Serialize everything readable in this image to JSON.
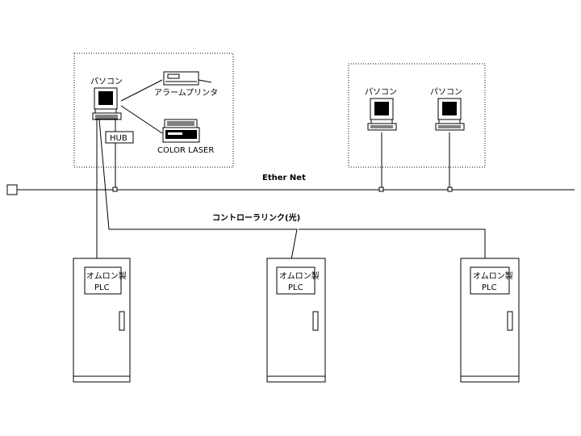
{
  "network": {
    "ethernet_label": "Ether Net",
    "controller_link_label": "コントローラリンク(光)"
  },
  "office_group": {
    "pc_label": "パソコン",
    "alarm_printer_label": "アラームプリンタ",
    "color_laser_label": "COLOR LASER",
    "hub_label": "HUB"
  },
  "remote_group": {
    "pcs": [
      {
        "label": "パソコン"
      },
      {
        "label": "パソコン"
      }
    ]
  },
  "plcs": [
    {
      "maker": "オムロン製",
      "model": "PLC"
    },
    {
      "maker": "オムロン製",
      "model": "PLC"
    },
    {
      "maker": "オムロン製",
      "model": "PLC"
    }
  ]
}
